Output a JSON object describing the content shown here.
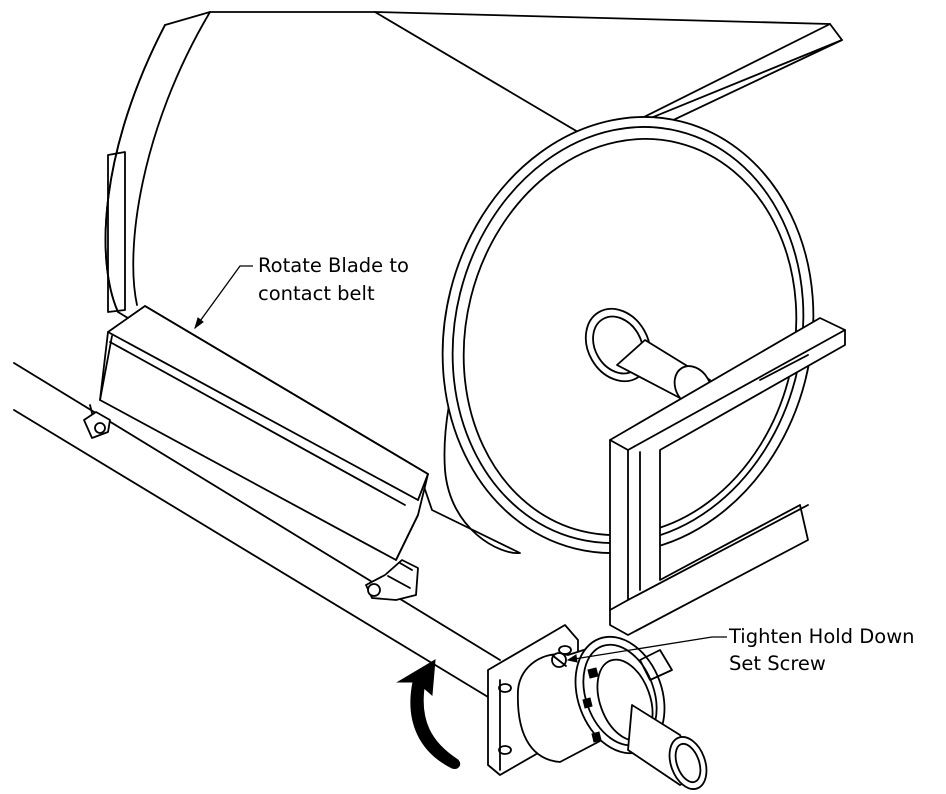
{
  "callouts": {
    "rotate_blade": {
      "line1": "Rotate Blade to",
      "line2": "contact belt"
    },
    "tighten_set_screw": {
      "line1": "Tighten Hold Down",
      "line2": "Set Screw"
    }
  }
}
